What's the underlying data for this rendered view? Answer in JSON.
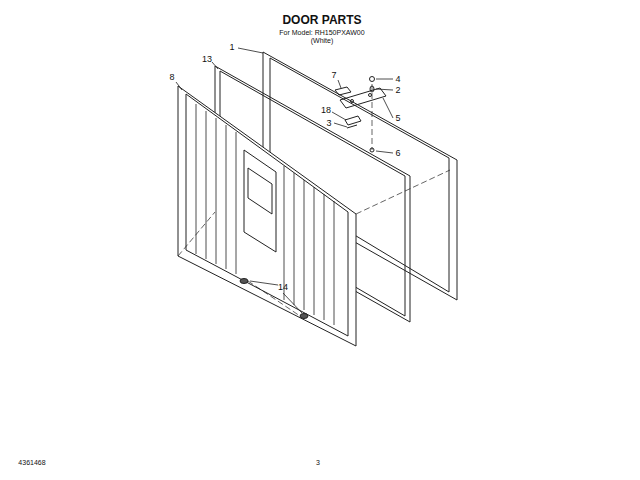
{
  "diagram": {
    "title": "DOOR PARTS",
    "labels": [
      "For Model: RH150PXAW00",
      "(White)",
      "1",
      "13",
      "8",
      "7",
      "4",
      "2",
      "5",
      "18",
      "3",
      "6",
      "14",
      "4361468",
      "3"
    ]
  }
}
